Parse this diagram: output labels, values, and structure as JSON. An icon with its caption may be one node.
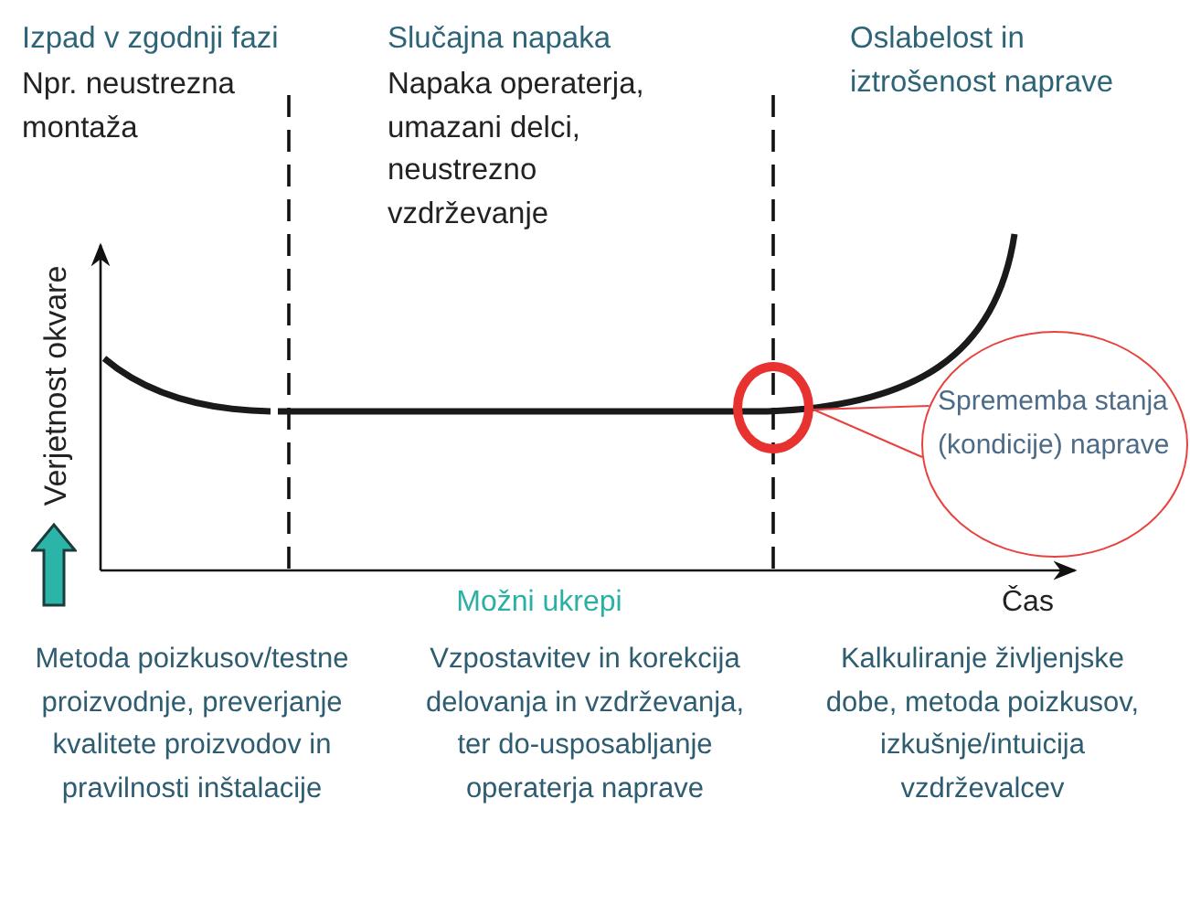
{
  "diagram": {
    "nodes": [
      {
        "text": [],
        "shape": "circle"
      },
      {
        "text": [
          "Sprememba stanja (kondicije) naprave"
        ]
      }
    ],
    "edges": [
      {
        "from": 1,
        "to": 0,
        "arrow": "none"
      }
    ],
    "labels": [
      "Izpad v zgodnji fazi",
      "Npr. neustrezna montaža",
      "Slučajna napaka",
      "Napaka operaterja, umazani delci, neustrezno vzdrževanje",
      "Oslabelost in iztrošenost naprave",
      "Verjetnost okvare",
      "Možni ukrepi",
      "Čas",
      "Metoda poizkusov/testne proizvodnje, preverjanje kvalitete proizvodov in pravilnosti inštalacije",
      "Vzpostavitev in korekcija delovanja in vzdrževanja, ter do-usposabljanje operaterja naprave",
      "Kalkuliranje življenjske dobe, metoda poizkusov, izkušnje/intuicija vzdrževalcev"
    ]
  }
}
